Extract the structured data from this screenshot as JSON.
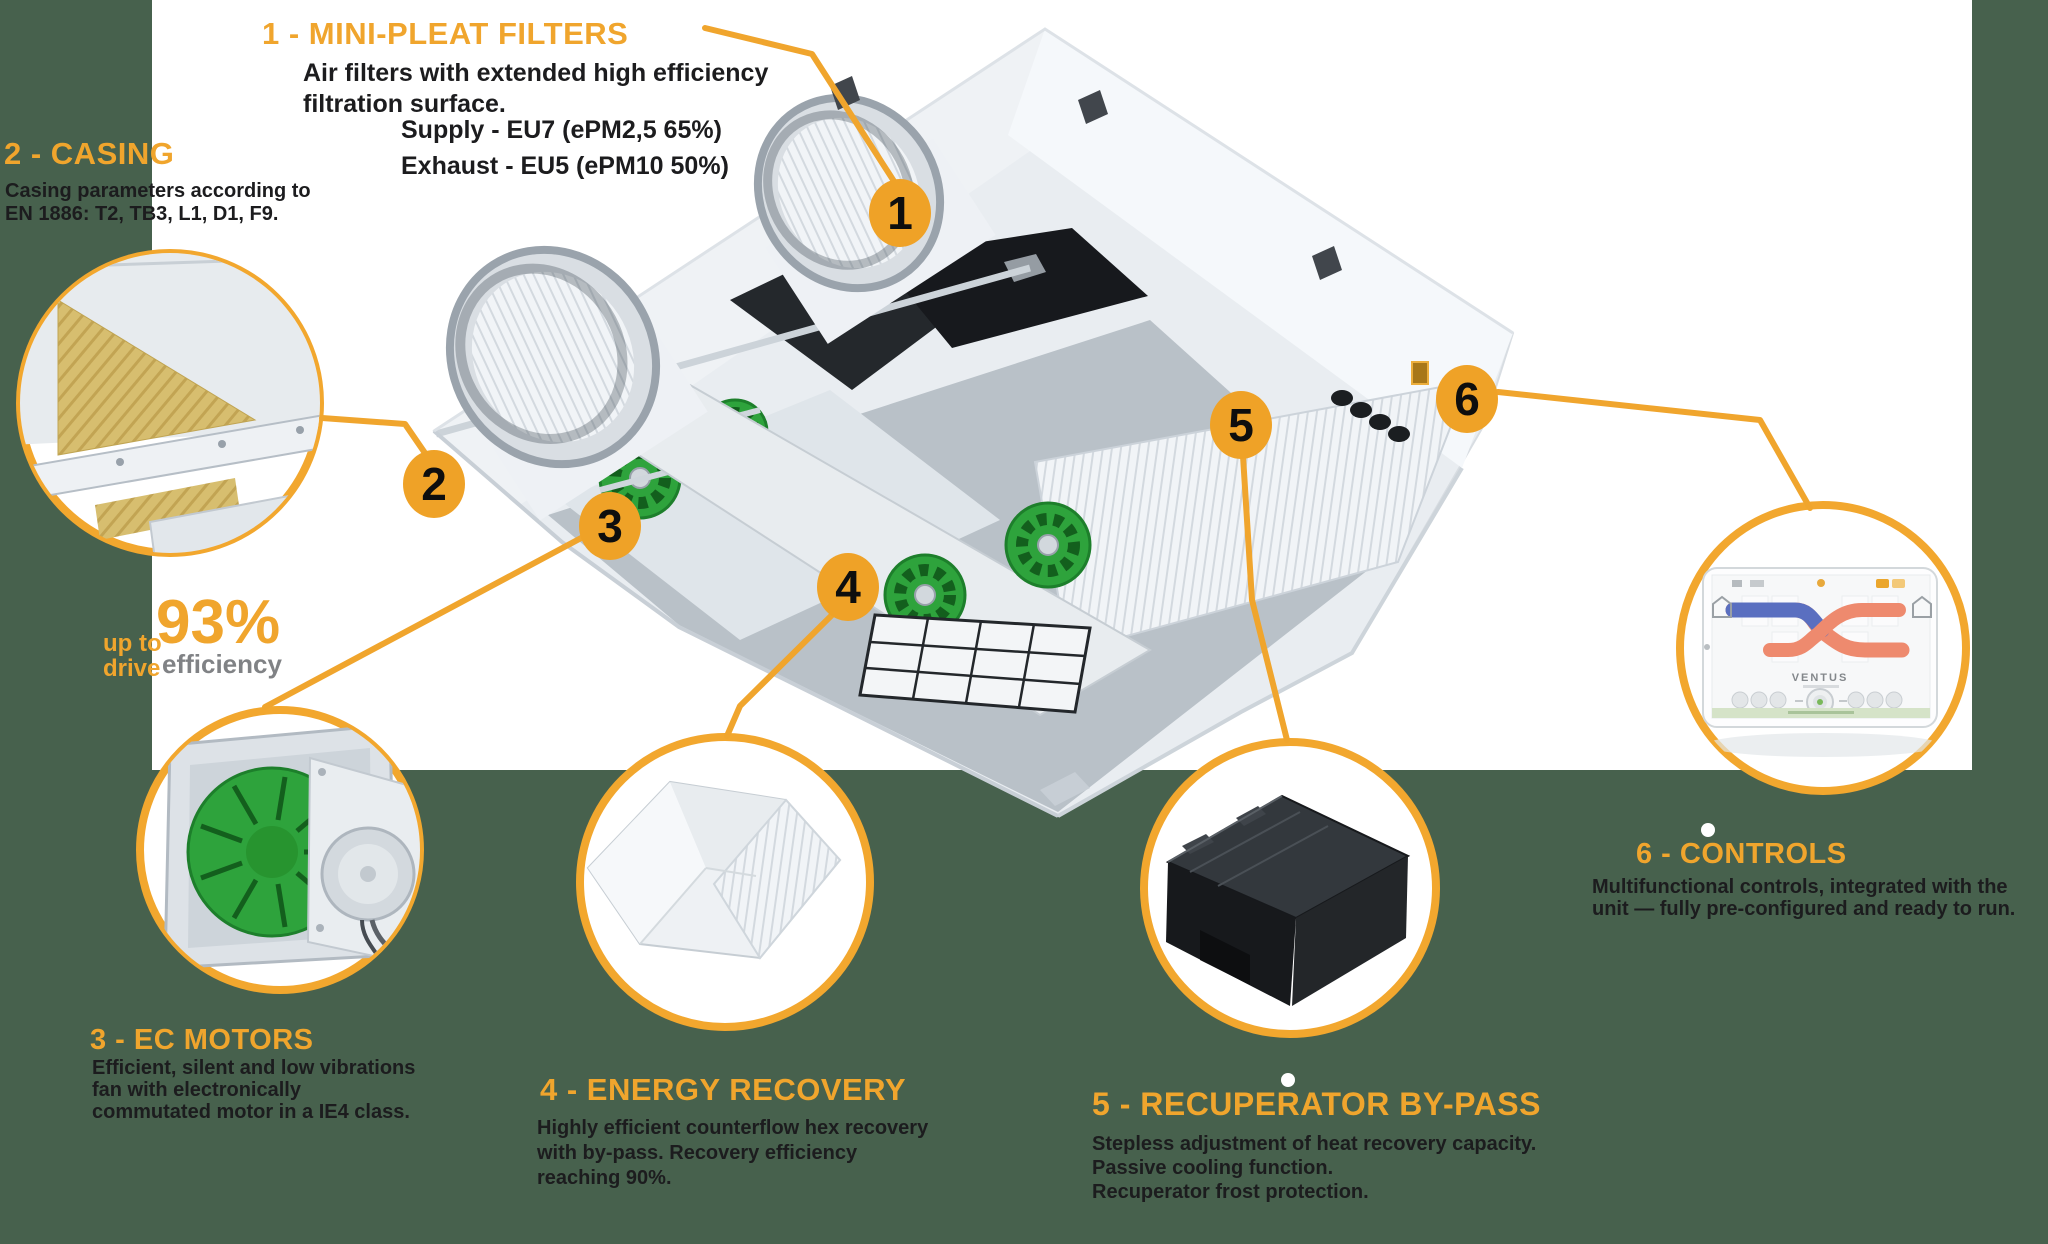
{
  "colors": {
    "background_green": "#47614D",
    "accent_orange": "#F0A52D",
    "badge_orange": "#EFA227",
    "ring_orange": "#F2A72E",
    "text_dark": "#1C1C1E",
    "text_gray": "#808285",
    "fan_green": "#2EA33C"
  },
  "callouts": [
    {
      "number": "1",
      "title": "1 - MINI-PLEAT FILTERS",
      "body_lines": [
        "Air filters with extended high efficiency",
        "filtration surface."
      ],
      "spec_lines": [
        "Supply - EU7 (ePM2,5 65%)",
        "Exhaust - EU5 (ePM10 50%)"
      ]
    },
    {
      "number": "2",
      "title": "2 - CASING",
      "body_lines": [
        "Casing parameters according to",
        "EN 1886: T2, TB3, L1, D1, F9."
      ]
    },
    {
      "number": "3",
      "title": "3 - EC MOTORS",
      "body_lines": [
        "Efficient, silent and low vibrations",
        "fan with electronically",
        "commutated motor in a IE4 class."
      ]
    },
    {
      "number": "4",
      "title": "4 - ENERGY RECOVERY",
      "body_lines": [
        "Highly efficient counterflow hex recovery",
        "with by-pass.  Recovery efficiency",
        "reaching 90%."
      ]
    },
    {
      "number": "5",
      "title": "5 - RECUPERATOR BY-PASS",
      "body_lines": [
        "Stepless adjustment of heat recovery capacity.",
        "Passive cooling function.",
        "Recuperator frost protection."
      ]
    },
    {
      "number": "6",
      "title": "6 - CONTROLS",
      "body_lines": [
        "Multifunctional controls, integrated with the",
        "unit — fully pre-configured and ready to run."
      ]
    }
  ],
  "efficiency": {
    "prefix": "up to",
    "value": "93%",
    "word_orange": "drive",
    "word_gray": "efficiency"
  },
  "tablet": {
    "brand": "VENTUS"
  }
}
